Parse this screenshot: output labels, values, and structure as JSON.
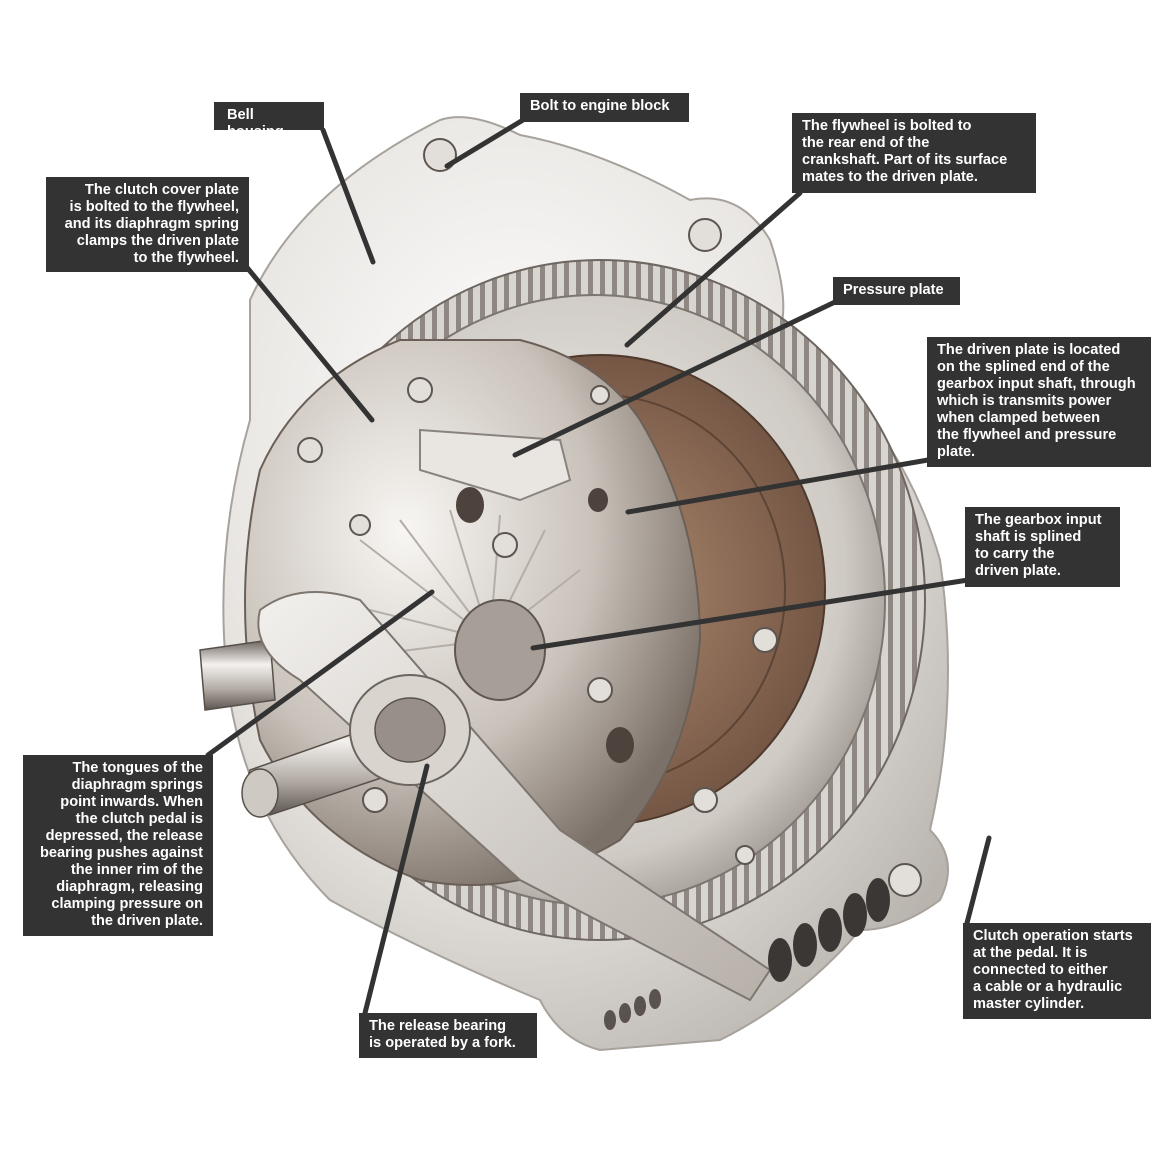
{
  "labels": {
    "bell_housing": "Bell housing",
    "bolt": "Bolt to engine block",
    "flywheel": "The flywheel is bolted to\nthe rear end of the\ncrankshaft. Part of its surface\nmates to the driven plate.",
    "clutch_cover": "The clutch cover plate\nis bolted to the flywheel,\nand its diaphragm spring\nclamps the driven plate\nto the flywheel.",
    "pressure_plate": "Pressure plate",
    "driven_plate": "The driven plate is located\non the splined end of the\ngearbox input shaft, through\nwhich is transmits power\nwhen clamped between\nthe flywheel and pressure\nplate.",
    "gearbox_shaft": "The gearbox input\nshaft is splined\nto carry the\ndriven plate.",
    "tongues": "The tongues of the\ndiaphragm springs\npoint inwards. When\nthe clutch pedal is\ndepressed, the release\nbearing pushes against\nthe inner rim of the\ndiaphragm, releasing\nclamping pressure on\nthe driven plate.",
    "release_bearing": "The release bearing\nis operated by a fork.",
    "clutch_operation": "Clutch operation starts\nat the pedal. It is\nconnected to either\na cable or a hydraulic\nmaster cylinder."
  },
  "colors": {
    "label_background": "#333333",
    "label_text": "#ffffff",
    "leader_line": "#333333",
    "metal_light": "#e8e6e3",
    "metal_dark": "#8c8580",
    "friction_lining": "#8a6a55"
  }
}
